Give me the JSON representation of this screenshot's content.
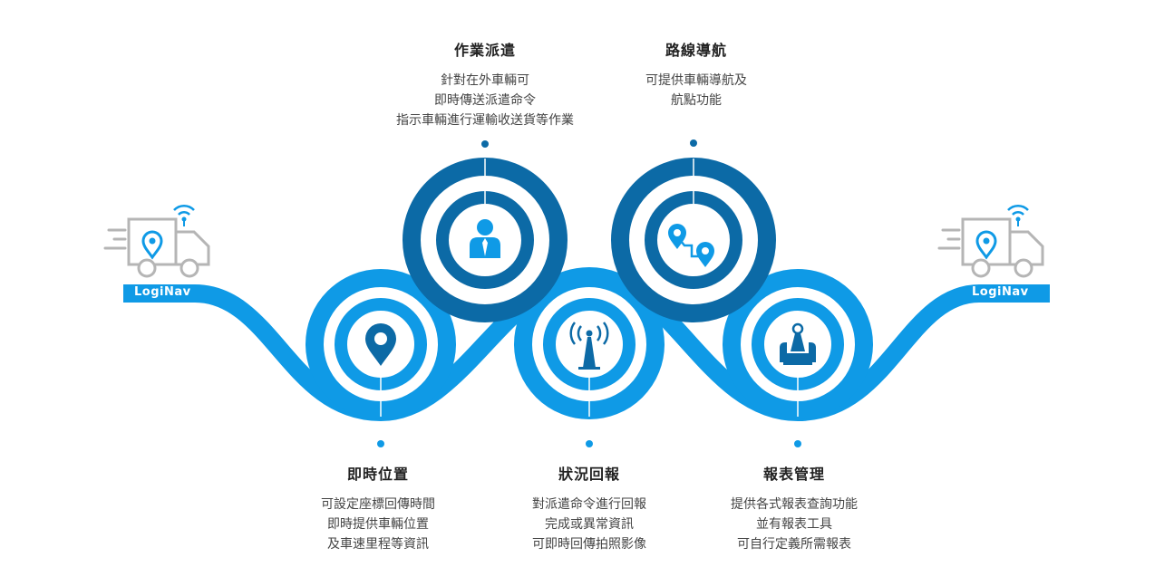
{
  "colors": {
    "light_blue": "#0f9ae6",
    "dark_blue": "#0c6aa6",
    "truck_gray": "#b5b5b5",
    "text": "#333333",
    "background": "#ffffff"
  },
  "brand": {
    "left_label": "LogiNav",
    "right_label": "LogiNav"
  },
  "icons": {
    "truck": "delivery-truck-with-location-pin-icon",
    "signal": "wifi-signal-icon",
    "location": "map-pin-icon",
    "person": "person-with-tie-icon",
    "antenna": "radio-antenna-icon",
    "route": "route-pins-icon",
    "report": "binder-clip-report-icon"
  },
  "steps": [
    {
      "id": "position",
      "title": "即時位置",
      "lines": [
        "可設定座標回傳時間",
        "即時提供車輛位置",
        "及車速里程等資訊"
      ],
      "icon": "map-pin-icon"
    },
    {
      "id": "dispatch",
      "title": "作業派遣",
      "lines": [
        "針對在外車輛可",
        "即時傳送派遣命令",
        "指示車輛進行運輸收送貨等作業"
      ],
      "icon": "person-with-tie-icon"
    },
    {
      "id": "status",
      "title": "狀況回報",
      "lines": [
        "對派遣命令進行回報",
        "完成或異常資訊",
        "可即時回傳拍照影像"
      ],
      "icon": "radio-antenna-icon"
    },
    {
      "id": "navigation",
      "title": "路線導航",
      "lines": [
        "可提供車輛導航及",
        "航點功能"
      ],
      "icon": "route-pins-icon"
    },
    {
      "id": "report",
      "title": "報表管理",
      "lines": [
        "提供各式報表查詢功能",
        "並有報表工具",
        "可自行定義所需報表"
      ],
      "icon": "binder-clip-report-icon"
    }
  ]
}
